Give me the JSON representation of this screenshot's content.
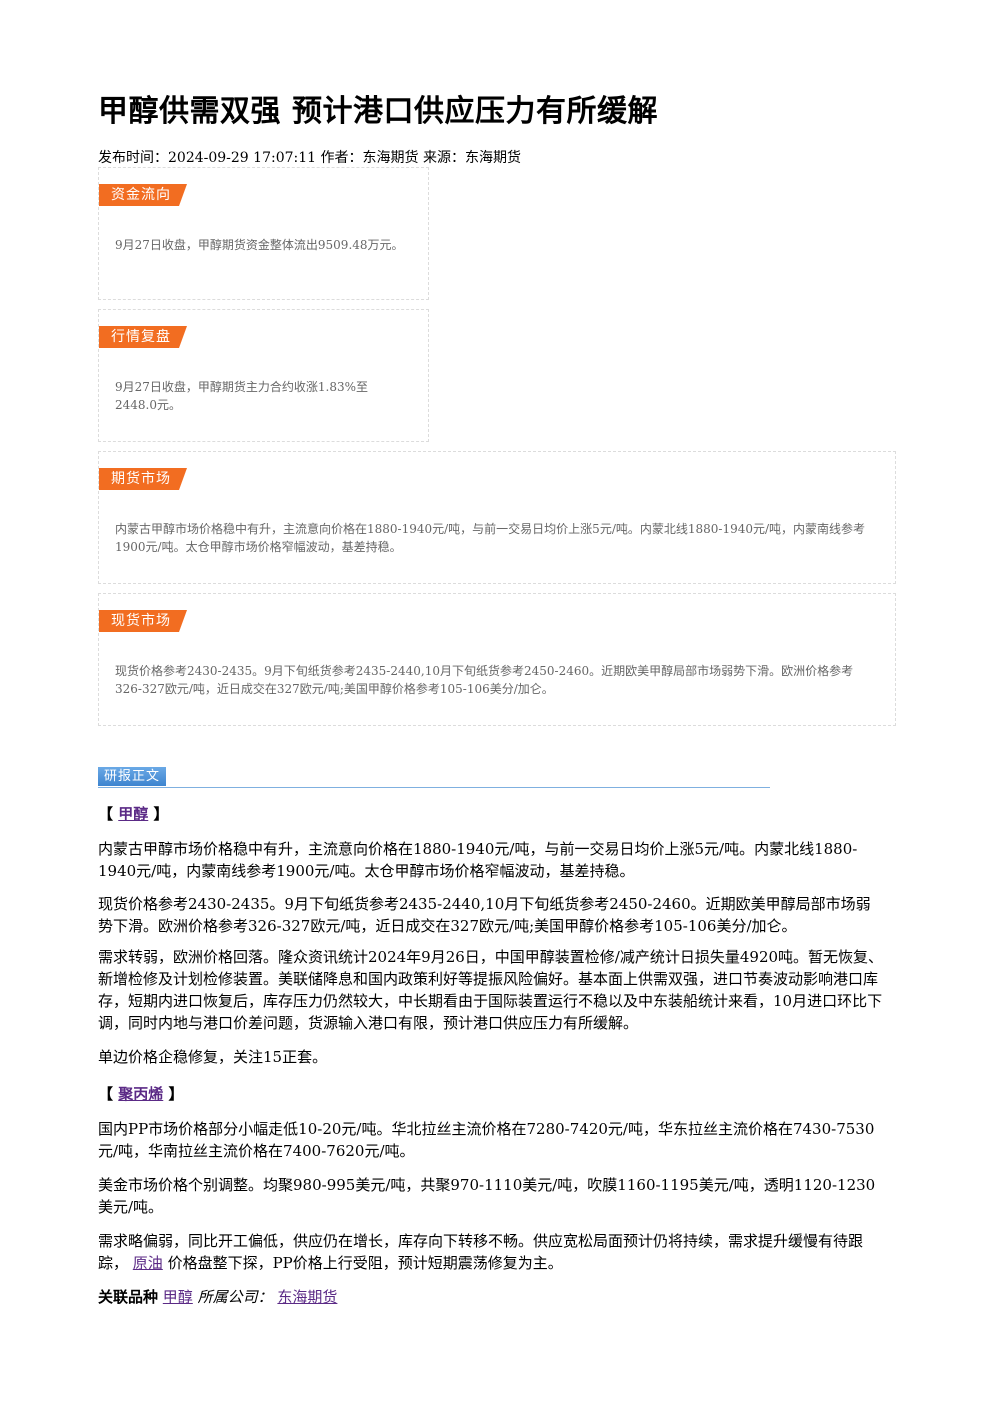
{
  "article": {
    "title": "甲醇供需双强 预计港口供应压力有所缓解",
    "meta": {
      "publish_label": "发布时间：",
      "publish_time": "2024-09-29 17:07:11",
      "author_label": "作者：",
      "author": "东海期货",
      "source_label": "来源：",
      "source": "东海期货"
    }
  },
  "summary_boxes": [
    {
      "tag": "资金流向",
      "text": "9月27日收盘，甲醇期货资金整体流出9509.48万元。"
    },
    {
      "tag": "行情复盘",
      "text": "9月27日收盘，甲醇期货主力合约收涨1.83%至2448.0元。"
    },
    {
      "tag": "期货市场",
      "text": "内蒙古甲醇市场价格稳中有升，主流意向价格在1880-1940元/吨，与前一交易日均价上涨5元/吨。内蒙北线1880-1940元/吨，内蒙南线参考1900元/吨。太仓甲醇市场价格窄幅波动，基差持稳。"
    },
    {
      "tag": "现货市场",
      "text": "现货价格参考2430-2435。9月下旬纸货参考2435-2440,10月下旬纸货参考2450-2460。近期欧美甲醇局部市场弱势下滑。欧洲价格参考326-327欧元/吨，近日成交在327欧元/吨;美国甲醇价格参考105-106美分/加仑。"
    }
  ],
  "report": {
    "heading": "研报正文",
    "sections": [
      {
        "bracket_open": "【",
        "name": "甲醇",
        "bracket_close": "】",
        "paragraphs": [
          "内蒙古甲醇市场价格稳中有升，主流意向价格在1880-1940元/吨，与前一交易日均价上涨5元/吨。内蒙北线1880-1940元/吨，内蒙南线参考1900元/吨。太仓甲醇市场价格窄幅波动，基差持稳。",
          "现货价格参考2430-2435。9月下旬纸货参考2435-2440,10月下旬纸货参考2450-2460。近期欧美甲醇局部市场弱势下滑。欧洲价格参考326-327欧元/吨，近日成交在327欧元/吨;美国甲醇价格参考105-106美分/加仑。",
          "需求转弱，欧洲价格回落。隆众资讯统计2024年9月26日，中国甲醇装置检修/减产统计日损失量4920吨。暂无恢复、新增检修及计划检修装置。美联储降息和国内政策利好等提振风险偏好。基本面上供需双强，进口节奏波动影响港口库存，短期内进口恢复后，库存压力仍然较大，中长期看由于国际装置运行不稳以及中东装船统计来看，10月进口环比下调，同时内地与港口价差问题，货源输入港口有限，预计港口供应压力有所缓解。",
          "单边价格企稳修复，关注15正套。"
        ]
      },
      {
        "bracket_open": "【",
        "name": "聚丙烯",
        "bracket_close": "】",
        "paragraphs": [
          "国内PP市场价格部分小幅走低10-20元/吨。华北拉丝主流价格在7280-7420元/吨，华东拉丝主流价格在7430-7530元/吨，华南拉丝主流价格在7400-7620元/吨。",
          "美金市场价格个别调整。均聚980-995美元/吨，共聚970-1110美元/吨，吹膜1160-1195美元/吨，透明1120-1230美元/吨。"
        ],
        "last_paragraph": {
          "before": "需求略偏弱，同比开工偏低，供应仍在增长，库存向下转移不畅。供应宽松局面预计仍将持续，需求提升缓慢有待跟踪，",
          "link": "原油",
          "after": "价格盘整下探，PP价格上行受阻，预计短期震荡修复为主。"
        }
      }
    ]
  },
  "related": {
    "label": "关联品种",
    "product_link": "甲醇",
    "company_label": "所属公司：",
    "company_link": "东海期货"
  },
  "colors": {
    "tag_orange": "#f26d21",
    "heading_blue": "#3d84cf",
    "link_purple": "#5b2a86"
  }
}
